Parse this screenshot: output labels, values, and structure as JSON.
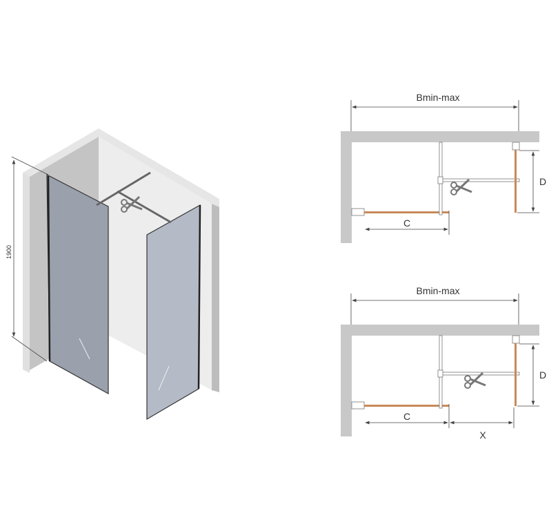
{
  "iso_view": {
    "height_label": "1900"
  },
  "plan_top": {
    "width_label": "Bmin-max",
    "c_label": "C",
    "d_label": "D"
  },
  "plan_bottom": {
    "width_label": "Bmin-max",
    "c_label": "C",
    "d_label": "D",
    "x_label": "X"
  },
  "colors": {
    "wall": "#c8c8c8",
    "glass_plan": "#c8895a",
    "glass_iso_left": "#9aa1ad",
    "glass_iso_right": "#b4bac6"
  }
}
